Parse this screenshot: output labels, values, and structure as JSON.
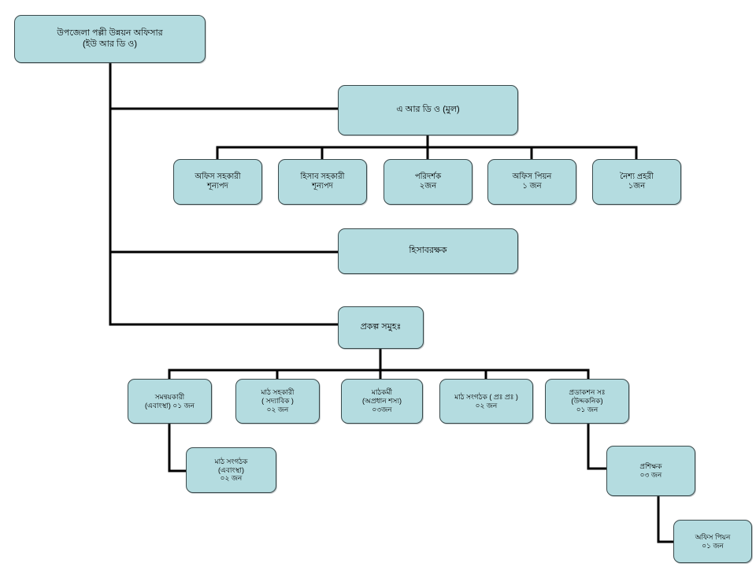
{
  "chart": {
    "title": "Upazila Rural Development Office organogram",
    "box_fill": "#b4dce0",
    "box_stroke": "#3a4a4c",
    "connector_color": "#000000",
    "background": "#ffffff"
  },
  "nodes": {
    "root": {
      "line1": "উপজেলা পল্লী উন্নয়ন অফিসার",
      "line2": "(ইউ আর ডি ও)"
    },
    "ardo": {
      "line1": "এ আর ডি ও (মুল)"
    },
    "office_assistant": {
      "line1": "অফিস সহকারী",
      "line2": "শূন্যপদ"
    },
    "accounts_assistant": {
      "line1": "হিসাব সহকারী",
      "line2": "শূন্যপদ"
    },
    "inspector": {
      "line1": "পরিদর্শক",
      "line2": "২জন"
    },
    "office_peon": {
      "line1": "অফিস পিয়ন",
      "line2": "১ জন"
    },
    "night_guard": {
      "line1": "নৈশ্য প্রহরী",
      "line2": "১জন"
    },
    "accountant": {
      "line1": "হিসাবরক্ষক"
    },
    "projects": {
      "line1": "প্রকল্প সমুহঃ"
    },
    "coordinator": {
      "line1": "সমন্বয়কারী",
      "line2": "(এবাংস্থা) ০১ জন"
    },
    "field_assistant": {
      "line1": "মাঠ সহকারী",
      "line2": "( সদ্যাবিক )",
      "line3": "০২ জন"
    },
    "field_worker": {
      "line1": "মাঠকর্মী",
      "line2": "(অপ্রধান শস্য)",
      "line3": "০৩জন"
    },
    "field_organizer_pp": {
      "line1": "মাঠ সংগঠক ( প্রঃ প্রঃ )",
      "line2": "০২ জন"
    },
    "production_sa": {
      "line1": "প্রডাকশন সঃ",
      "line2": "(উদ্দকনিক)",
      "line3": "০১ জন"
    },
    "field_organizer": {
      "line1": "মাঠ সংগঠক",
      "line2": "(এবাংস্থা)",
      "line3": "০২ জন"
    },
    "trainer": {
      "line1": "প্রশিক্ষক",
      "line2": "০৩ জন"
    },
    "office_peon_bottom": {
      "line1": "অফিস পিয়ন",
      "line2": "০১ জন"
    }
  }
}
